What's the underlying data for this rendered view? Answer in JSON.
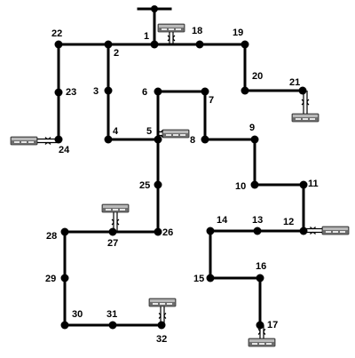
{
  "diagram": {
    "node_labels": [
      "1",
      "2",
      "3",
      "4",
      "5",
      "6",
      "7",
      "8",
      "9",
      "10",
      "11",
      "12",
      "13",
      "14",
      "15",
      "16",
      "17",
      "18",
      "19",
      "20",
      "21",
      "22",
      "23",
      "24",
      "25",
      "26",
      "27",
      "28",
      "29",
      "30",
      "31",
      "32"
    ],
    "connections": [
      [
        "1",
        "2"
      ],
      [
        "2",
        "3"
      ],
      [
        "3",
        "4"
      ],
      [
        "4",
        "5"
      ],
      [
        "5",
        "6"
      ],
      [
        "6",
        "7"
      ],
      [
        "7",
        "8"
      ],
      [
        "8",
        "9"
      ],
      [
        "9",
        "10"
      ],
      [
        "10",
        "11"
      ],
      [
        "11",
        "12"
      ],
      [
        "12",
        "13"
      ],
      [
        "13",
        "14"
      ],
      [
        "14",
        "15"
      ],
      [
        "15",
        "16"
      ],
      [
        "16",
        "17"
      ],
      [
        "1",
        "18"
      ],
      [
        "18",
        "19"
      ],
      [
        "19",
        "20"
      ],
      [
        "20",
        "21"
      ],
      [
        "2",
        "22"
      ],
      [
        "22",
        "23"
      ],
      [
        "23",
        "24"
      ],
      [
        "5",
        "25"
      ],
      [
        "25",
        "26"
      ],
      [
        "26",
        "27"
      ],
      [
        "27",
        "28"
      ],
      [
        "28",
        "29"
      ],
      [
        "29",
        "30"
      ],
      [
        "30",
        "31"
      ],
      [
        "31",
        "32"
      ]
    ],
    "generator_icon": "distributed-generator-icon",
    "generators_at": [
      "1",
      "5",
      "12",
      "17",
      "21",
      "24",
      "27",
      "32"
    ],
    "source_icon": "grid-source-icon",
    "source_at": "1"
  }
}
